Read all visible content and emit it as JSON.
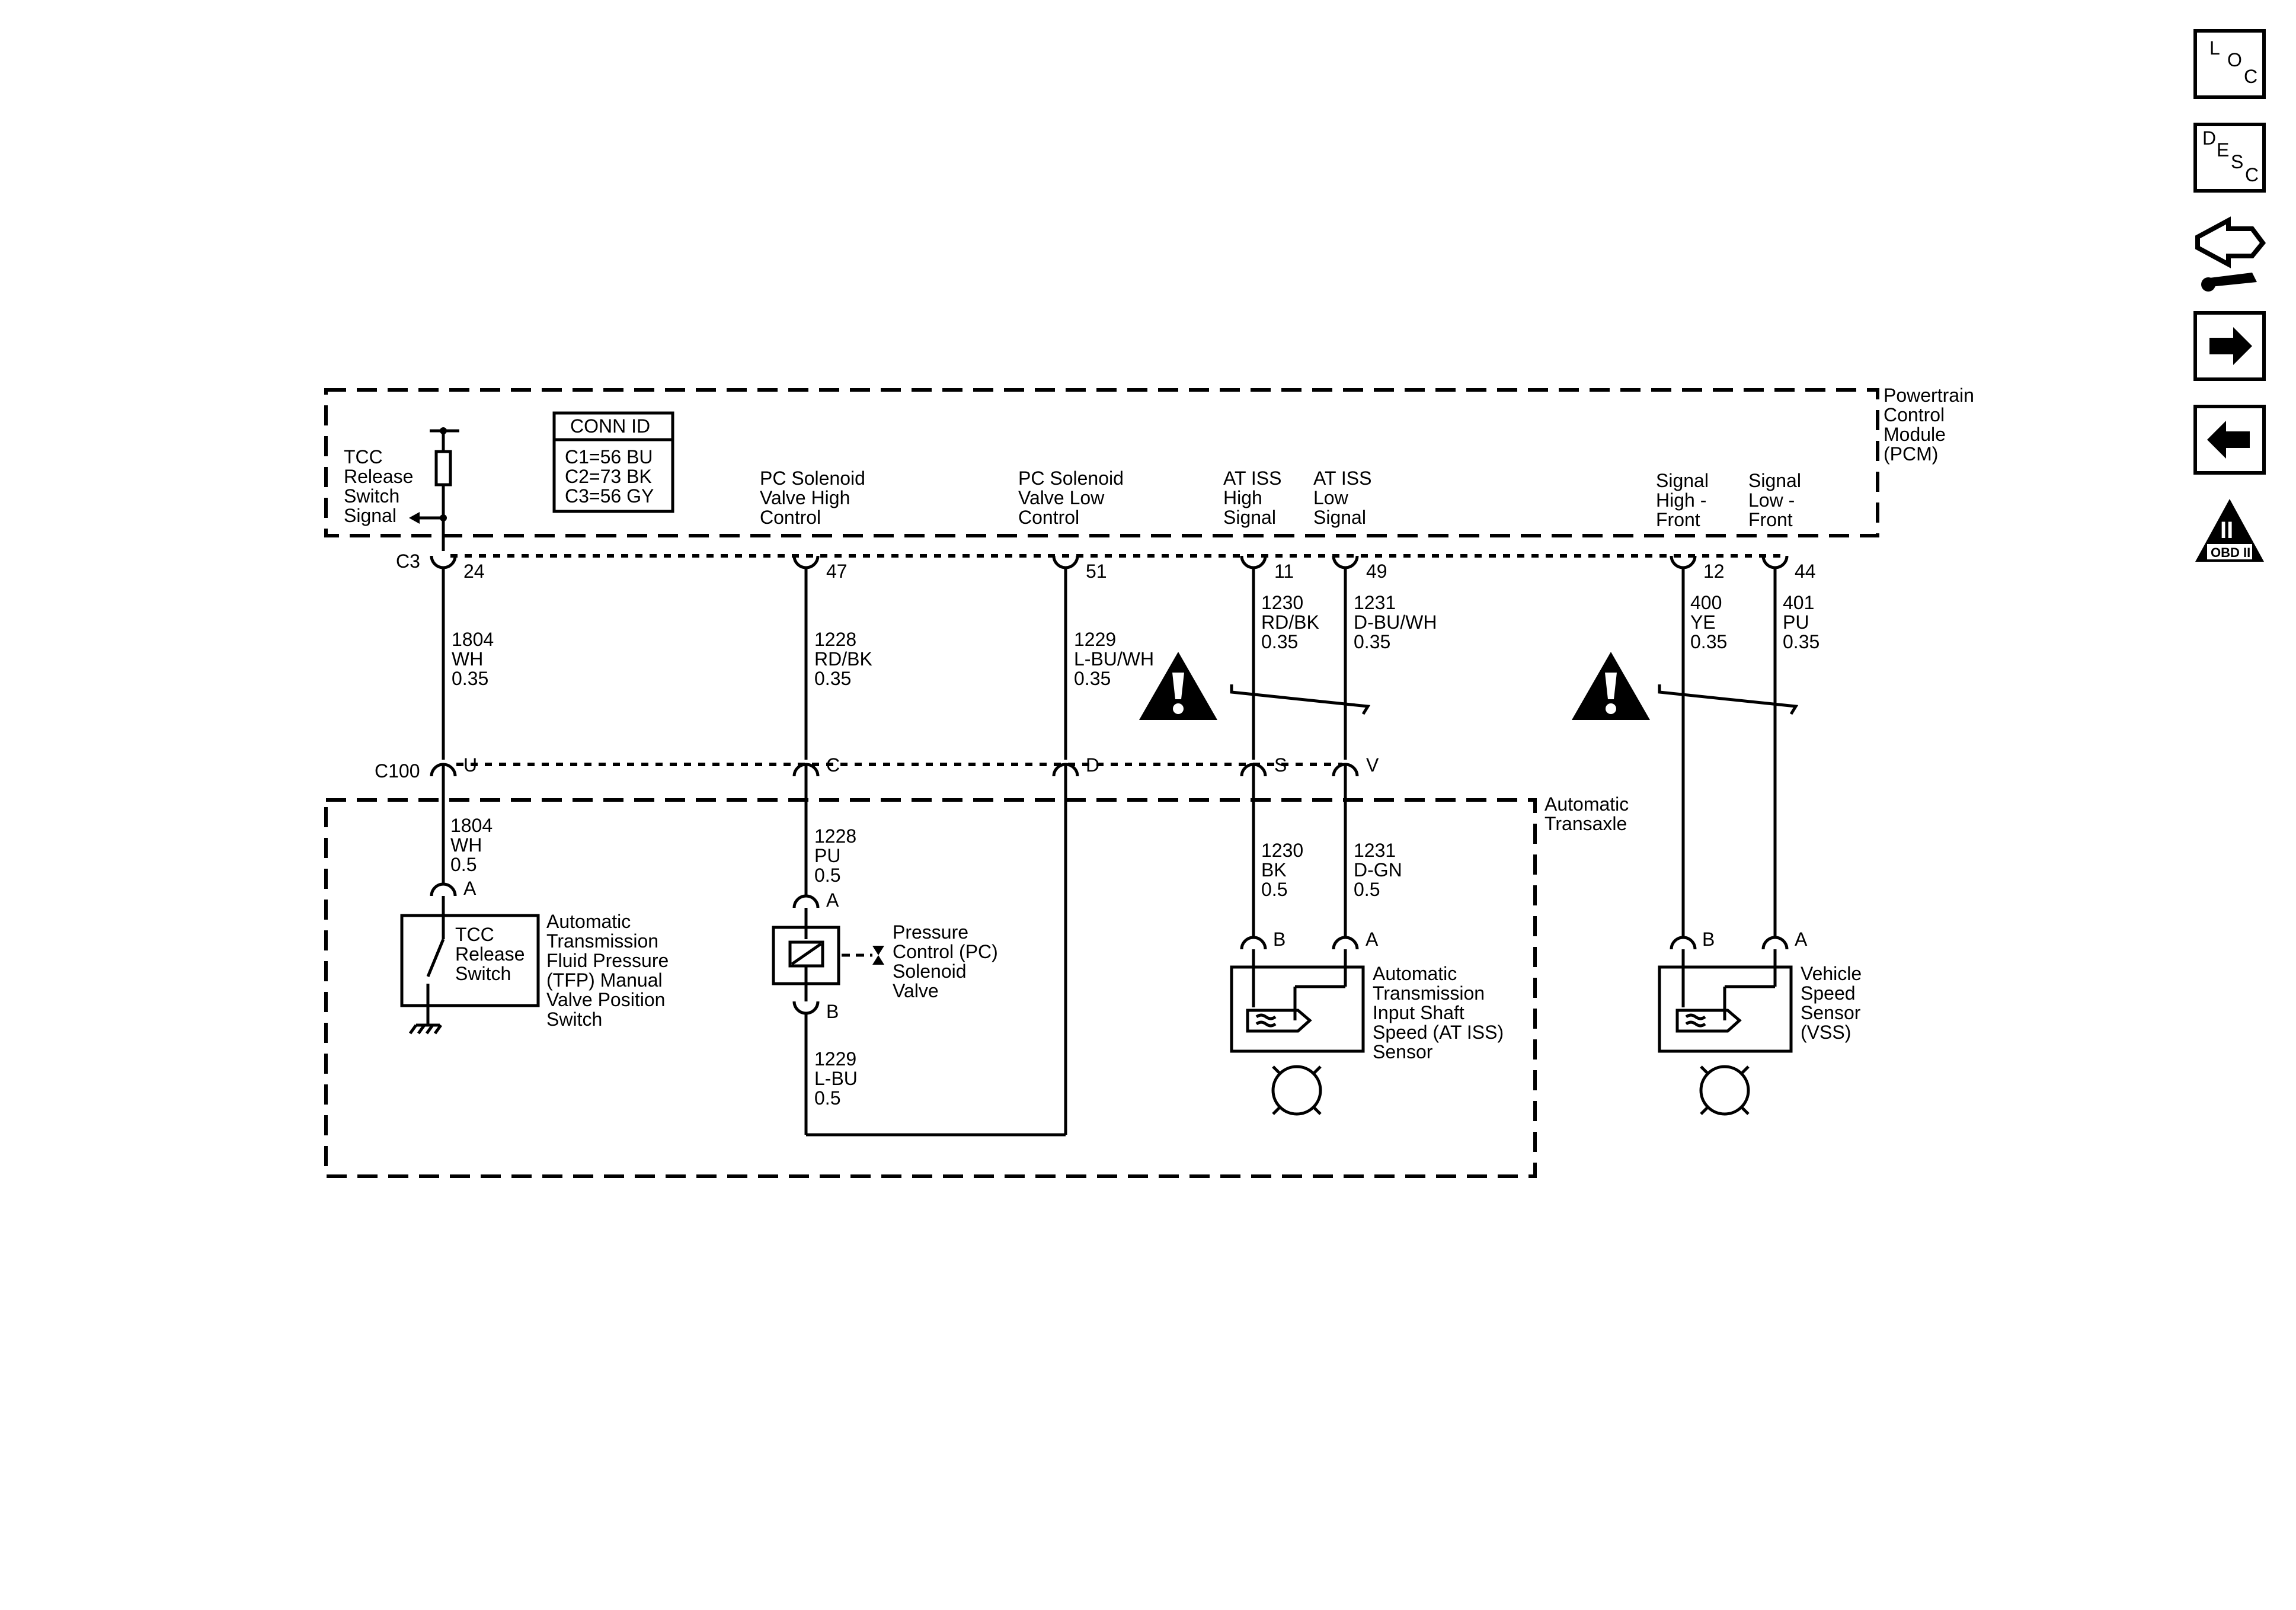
{
  "pcm": {
    "name": [
      "Powertrain",
      "Control",
      "Module",
      "(PCM)"
    ]
  },
  "conn_id": {
    "title": "CONN ID",
    "rows": [
      "C1=56 BU",
      "C2=73 BK",
      "C3=56 GY"
    ]
  },
  "connectors": {
    "c3": "C3",
    "c100": "C100"
  },
  "transaxle": {
    "name": [
      "Automatic",
      "Transaxle"
    ]
  },
  "circuits": [
    {
      "pcm_label": [
        "TCC",
        "Release",
        "Switch",
        "Signal"
      ],
      "pcm_pin": "24",
      "upper_wire": [
        "1804",
        "WH",
        "0.35"
      ],
      "c100_pin": "U",
      "lower_wire": [
        "1804",
        "WH",
        "0.5"
      ]
    },
    {
      "pcm_label": [
        "PC Solenoid",
        "Valve High",
        "Control"
      ],
      "pcm_pin": "47",
      "upper_wire": [
        "1228",
        "RD/BK",
        "0.35"
      ],
      "c100_pin": "C",
      "lower_wire": [
        "1228",
        "PU",
        "0.5"
      ]
    },
    {
      "pcm_label": [
        "PC Solenoid",
        "Valve Low",
        "Control"
      ],
      "pcm_pin": "51",
      "upper_wire": [
        "1229",
        "L-BU/WH",
        "0.35"
      ],
      "c100_pin": "D",
      "lower_wire": [
        "1229",
        "L-BU",
        "0.5"
      ]
    },
    {
      "pcm_label": [
        "AT ISS",
        "High",
        "Signal"
      ],
      "pcm_pin": "11",
      "upper_wire": [
        "1230",
        "RD/BK",
        "0.35"
      ],
      "c100_pin": "S",
      "lower_wire": [
        "1230",
        "BK",
        "0.5"
      ]
    },
    {
      "pcm_label": [
        "AT ISS",
        "Low",
        "Signal"
      ],
      "pcm_pin": "49",
      "upper_wire": [
        "1231",
        "D-BU/WH",
        "0.35"
      ],
      "c100_pin": "V",
      "lower_wire": [
        "1231",
        "D-GN",
        "0.5"
      ]
    },
    {
      "pcm_label": [
        "Signal",
        "High -",
        "Front"
      ],
      "pcm_pin": "12",
      "upper_wire": [
        "400",
        "YE",
        "0.35"
      ],
      "sensor_pin": "B"
    },
    {
      "pcm_label": [
        "Signal",
        "Low -",
        "Front"
      ],
      "pcm_pin": "44",
      "upper_wire": [
        "401",
        "PU",
        "0.35"
      ],
      "sensor_pin": "A"
    }
  ],
  "tcc_switch": {
    "box_label": [
      "TCC",
      "Release",
      "Switch"
    ],
    "name": [
      "Automatic",
      "Transmission",
      "Fluid Pressure",
      "(TFP) Manual",
      "Valve Position",
      "Switch"
    ],
    "pin": "A"
  },
  "pc_solenoid": {
    "name": [
      "Pressure",
      "Control (PC)",
      "Solenoid",
      "Valve"
    ],
    "pin_a": "A",
    "pin_b": "B"
  },
  "iss_sensor": {
    "name": [
      "Automatic",
      "Transmission",
      "Input Shaft",
      "Speed (AT ISS)",
      "Sensor"
    ],
    "pin_b": "B",
    "pin_a": "A"
  },
  "vss_sensor": {
    "name": [
      "Vehicle",
      "Speed",
      "Sensor",
      "(VSS)"
    ],
    "pin_b": "B",
    "pin_a": "A"
  },
  "nav": {
    "loc": [
      "L",
      "O",
      "C"
    ],
    "desc": [
      "D",
      "E",
      "S",
      "C"
    ],
    "obd": {
      "numeral": "II",
      "label": "OBD II"
    }
  }
}
